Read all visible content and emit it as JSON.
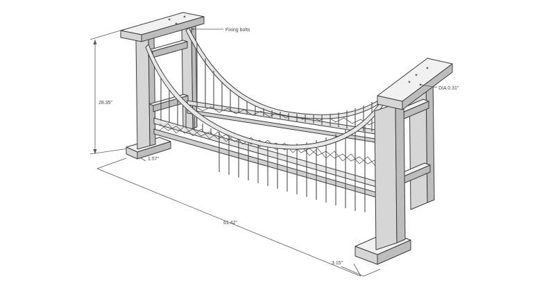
{
  "labels": {
    "fixing_bolts": "Fixing bolts",
    "dia": "DIA 0.31\"",
    "height": "28.35\"",
    "base_thickness": "1.57\"",
    "length": "61.42\"",
    "foot_depth": "3.15\""
  },
  "colors": {
    "face_top": "#f1f1f1",
    "face_front": "#d6d6d6",
    "face_side": "#bdbdbd",
    "line": "#3a3a3a"
  }
}
